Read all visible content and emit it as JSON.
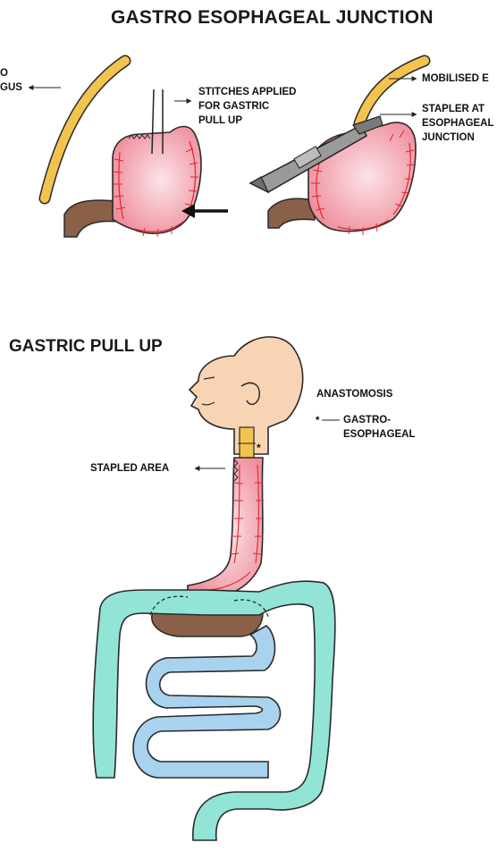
{
  "titles": {
    "top": "GASTRO ESOPHAGEAL JUNCTION",
    "bottom": "GASTRIC PULL UP"
  },
  "labels": {
    "vagus": "O\nGUS",
    "stitches": "STITCHES APPLIED\nFOR GASTRIC\nPULL UP",
    "mobilised": "MOBILISED E",
    "stapler": "STAPLER AT\nESOPHAGEAL\nJUNCTION",
    "anastomosis": "ANASTOMOSIS",
    "asterisk": "*",
    "gastro_esophageal": "GASTRO-\nESOPHAGEAL",
    "stapled_area": "STAPLED AREA"
  },
  "colors": {
    "esophagus": "#f3c34f",
    "stomach": "#ef8e9c",
    "stomach_light": "#f7c6cf",
    "stitch": "#e0262a",
    "duodenum": "#8b6048",
    "skin": "#f8d3b4",
    "small_intestine": "#a9d2ee",
    "large_intestine": "#92e4d6",
    "stapler": "#9a9a9a"
  },
  "icons": [
    "arrow-left-icon",
    "arrow-right-icon",
    "asterisk-icon"
  ]
}
